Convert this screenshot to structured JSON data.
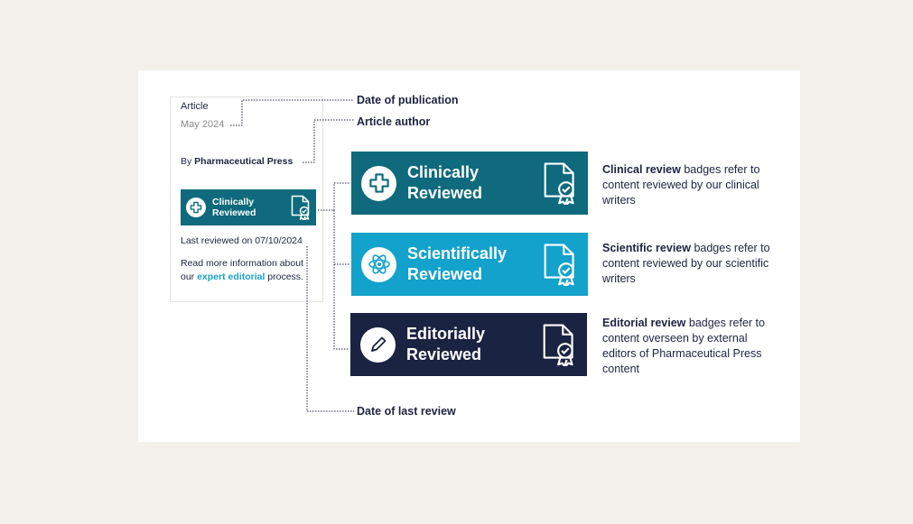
{
  "card": {
    "type_label": "Article",
    "date": "May 2024",
    "by_prefix": "By ",
    "author": "Pharmaceutical Press",
    "last_reviewed": "Last reviewed on 07/10/2024",
    "read_more_before": "Read more information about our ",
    "read_more_link": "expert editorial",
    "read_more_after": " process."
  },
  "badges": {
    "clinical": {
      "line1": "Clinically",
      "line2": "Reviewed",
      "color": "#0e6a7c"
    },
    "scientific": {
      "line1": "Scientifically",
      "line2": "Reviewed",
      "color": "#13a2cb"
    },
    "editorial": {
      "line1": "Editorially",
      "line2": "Reviewed",
      "color": "#1b2342"
    }
  },
  "callouts": {
    "publication": "Date of publication",
    "author": "Article author",
    "last_review": "Date of last review"
  },
  "descriptions": {
    "clinical": {
      "bold": "Clinical review",
      "rest": " badges refer to content reviewed by our clinical writers"
    },
    "scientific": {
      "bold": "Scientific review",
      "rest": " badges refer to content reviewed by our scientific writers"
    },
    "editorial": {
      "bold": "Editorial review",
      "rest": " badges refer to content overseen by external editors of Pharmaceutical Press content"
    }
  },
  "icons": {
    "clinical": "medical-cross-icon",
    "scientific": "atom-icon",
    "editorial": "pencil-icon",
    "certificate": "certified-document-icon"
  }
}
